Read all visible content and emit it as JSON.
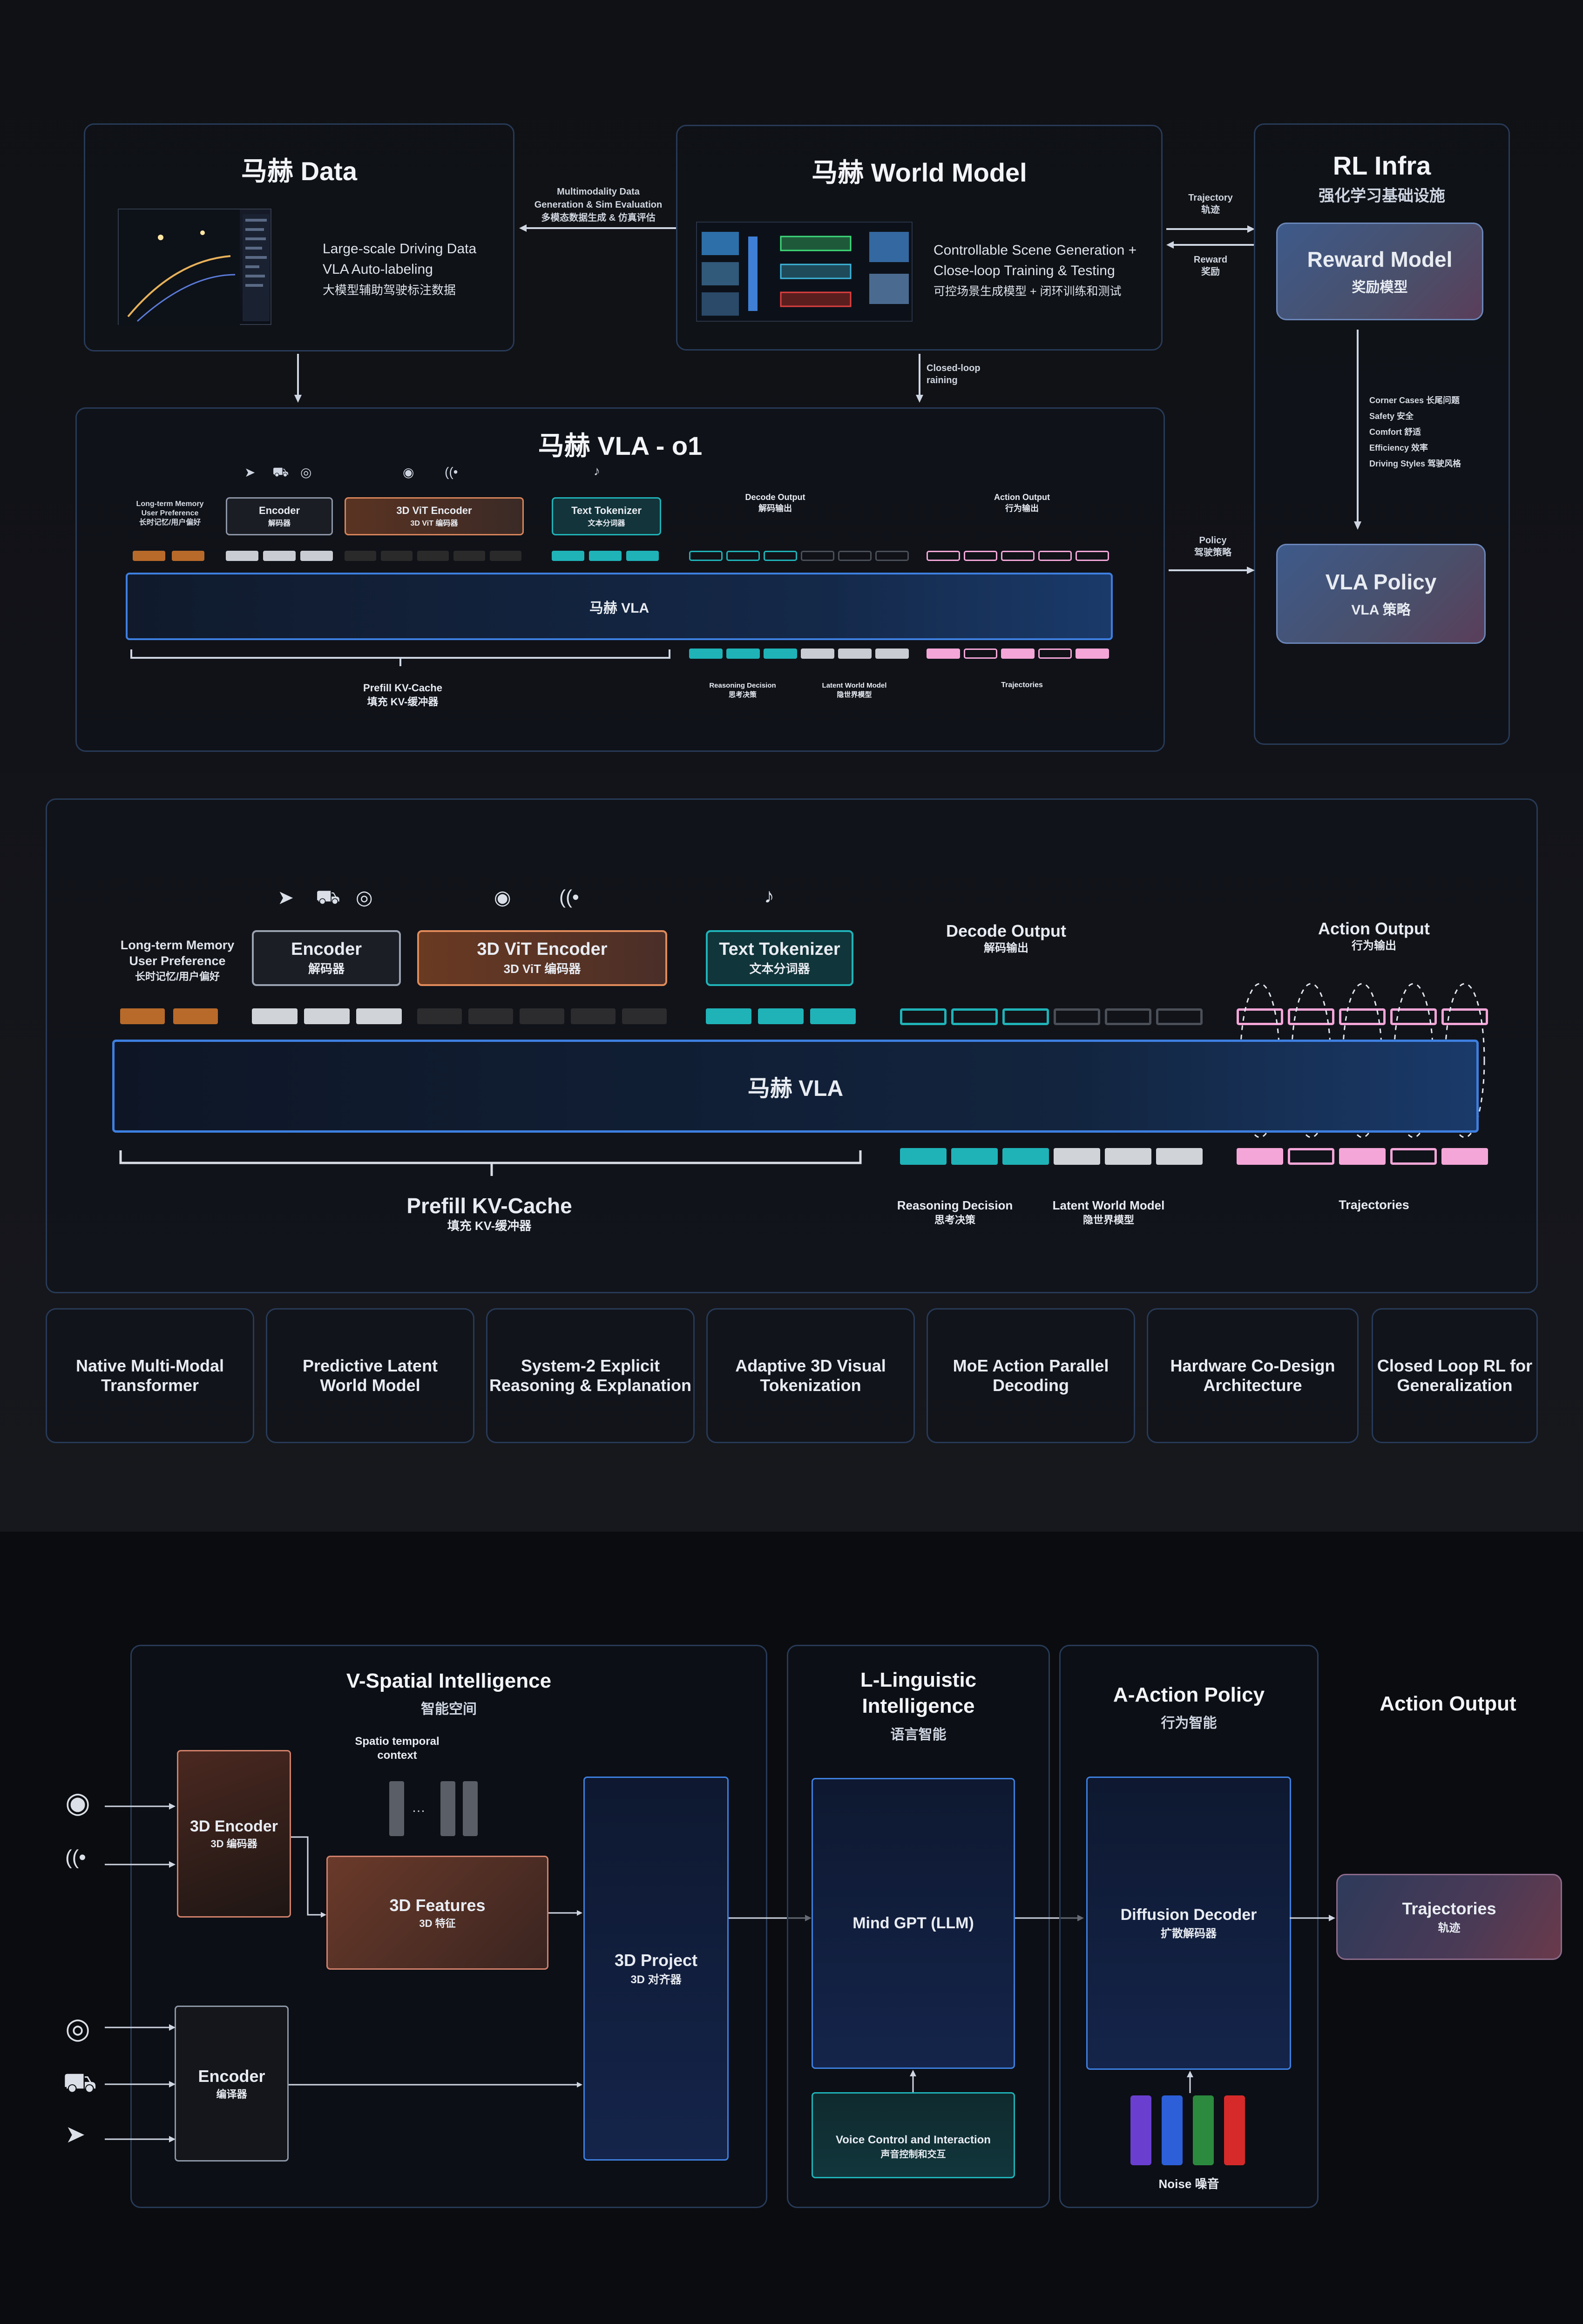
{
  "top": {
    "data_panel": {
      "title": "马赫 Data",
      "line1": "Large-scale Driving Data",
      "line2": "VLA Auto-labeling",
      "line3": "大模型辅助驾驶标注数据"
    },
    "arrow_data_world": {
      "line1": "Multimodality Data",
      "line2": "Generation & Sim Evaluation",
      "line3": "多模态数据生成 & 仿真评估"
    },
    "world_panel": {
      "title": "马赫 World Model",
      "line1": "Controllable Scene Generation +",
      "line2": "Close-loop Training & Testing",
      "line3": "可控场景生成模型 + 闭环训练和测试"
    },
    "arrow_world_rl": {
      "top1": "Trajectory",
      "top2": "轨迹",
      "bot1": "Reward",
      "bot2": "奖励"
    },
    "closed_loop": {
      "line1": "Closed-loop",
      "line2": "raining"
    },
    "rl_panel": {
      "title": "RL Infra",
      "subtitle": "强化学习基础设施",
      "reward_title": "Reward Model",
      "reward_sub": "奖励模型",
      "criteria": [
        "Corner Cases 长尾问题",
        "Safety 安全",
        "Comfort 舒适",
        "Efficiency 效率",
        "Driving Styles 驾驶风格"
      ],
      "policy_title": "VLA Policy",
      "policy_sub": "VLA 策略"
    },
    "policy_arrow": {
      "line1": "Policy",
      "line2": "驾驶策略"
    },
    "vla_panel": {
      "title": "马赫 VLA - o1",
      "memory1": "Long-term Memory",
      "memory2": "User Preference",
      "memory3": "长时记忆/用户偏好",
      "encoder": "Encoder",
      "encoder_sub": "解码器",
      "vit": "3D ViT Encoder",
      "vit_sub": "3D ViT 编码器",
      "text_tok": "Text Tokenizer",
      "text_tok_sub": "文本分词器",
      "decode_out": "Decode Output",
      "decode_out_sub": "解码输出",
      "action_out": "Action Output",
      "action_out_sub": "行为输出",
      "bar": "马赫 VLA",
      "prefill": "Prefill KV-Cache",
      "prefill_sub": "填充 KV-缓冲器",
      "reasoning": "Reasoning Decision",
      "reasoning_sub": "思考决策",
      "latent": "Latent World Model",
      "latent_sub": "隐世界模型",
      "traj": "Trajectories"
    }
  },
  "mid": {
    "memory1": "Long-term Memory",
    "memory2": "User Preference",
    "memory3": "长时记忆/用户偏好",
    "encoder": "Encoder",
    "encoder_sub": "解码器",
    "vit": "3D ViT Encoder",
    "vit_sub": "3D ViT 编码器",
    "text_tok": "Text Tokenizer",
    "text_tok_sub": "文本分词器",
    "decode_out": "Decode Output",
    "decode_out_sub": "解码输出",
    "action_out": "Action Output",
    "action_out_sub": "行为输出",
    "bar": "马赫 VLA",
    "prefill": "Prefill KV-Cache",
    "prefill_sub": "填充 KV-缓冲器",
    "reasoning": "Reasoning Decision",
    "reasoning_sub": "思考决策",
    "latent": "Latent World Model",
    "latent_sub": "隐世界模型",
    "traj": "Trajectories"
  },
  "features": [
    {
      "l1": "Native Multi-Modal",
      "l2": "Transformer"
    },
    {
      "l1": "Predictive Latent",
      "l2": "World Model"
    },
    {
      "l1": "System-2 Explicit",
      "l2": "Reasoning & Explanation"
    },
    {
      "l1": "Adaptive 3D Visual",
      "l2": "Tokenization"
    },
    {
      "l1": "MoE Action Parallel",
      "l2": "Decoding"
    },
    {
      "l1": "Hardware Co-Design",
      "l2": "Architecture"
    },
    {
      "l1": "Closed Loop RL for",
      "l2": "Generalization"
    }
  ],
  "bottom": {
    "spatial_title": "V-Spatial Intelligence",
    "spatial_sub": "智能空间",
    "spatio1": "Spatio temporal",
    "spatio2": "context",
    "enc3d": "3D Encoder",
    "enc3d_sub": "3D 编码器",
    "feat3d": "3D Features",
    "feat3d_sub": "3D 特征",
    "proj3d": "3D Project",
    "proj3d_sub": "3D 对齐器",
    "encoder": "Encoder",
    "encoder_sub": "编译器",
    "ling_title1": "L-Linguistic",
    "ling_title2": "Intelligence",
    "ling_sub": "语言智能",
    "llm": "Mind GPT (LLM)",
    "voice": "Voice Control and Interaction",
    "voice_sub": "声音控制和交互",
    "action_title": "A-Action Policy",
    "action_sub": "行为智能",
    "diffusion": "Diffusion Decoder",
    "diffusion_sub": "扩散解码器",
    "noise": "Noise 噪音",
    "output_title": "Action Output",
    "traj": "Trajectories",
    "traj_sub": "轨迹"
  },
  "colors": {
    "teal": "#1fb3b8",
    "pink": "#f5a6d8",
    "amber": "#b86a2a",
    "blue_border": "#3d7fe0",
    "noise": [
      "#6a3fd0",
      "#2c5fd8",
      "#2b8a3e",
      "#d62a2a"
    ]
  }
}
